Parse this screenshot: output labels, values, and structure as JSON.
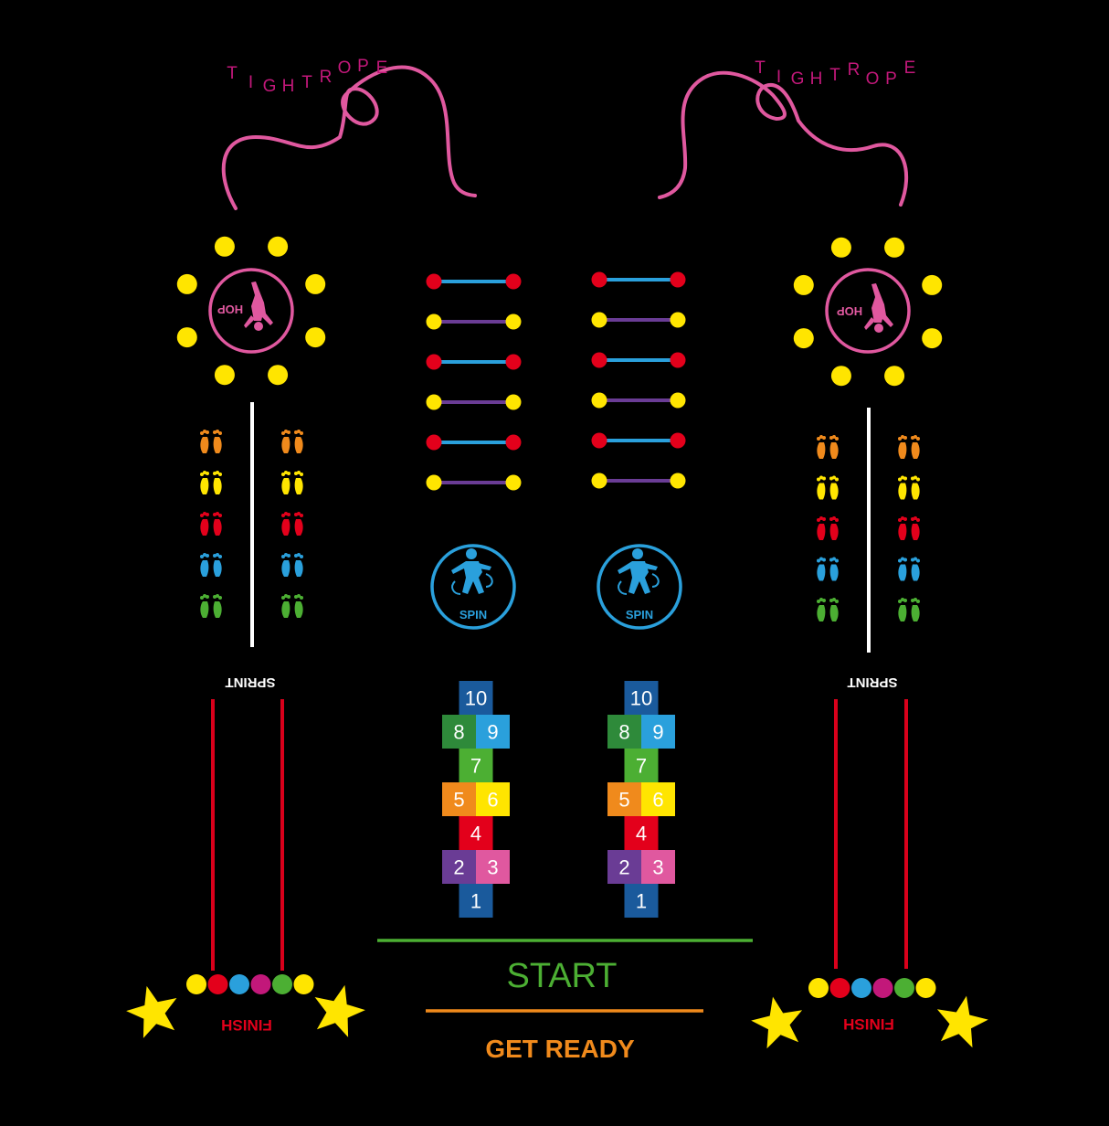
{
  "canvas": {
    "background": "#000000"
  },
  "colors": {
    "pink": "#e0589f",
    "magenta": "#c2187a",
    "yellow": "#ffe500",
    "red": "#e3001b",
    "blue": "#2aa0dc",
    "purple": "#6a3c95",
    "orange": "#f08a1c",
    "green": "#4caf33",
    "dark_blue": "#1a5a9c",
    "white": "#ffffff",
    "sprint_red": "#d9001b"
  },
  "labels": {
    "tightrope_left": "TIGHTROPE",
    "tightrope_right": "TIGHTROPE",
    "hop_left": "HOP",
    "hop_right": "HOP",
    "spin_left": "SPIN",
    "spin_right": "SPIN",
    "sprint_left": "SPRINT",
    "sprint_right": "SPRINT",
    "finish_left": "FINISH",
    "finish_right": "FINISH",
    "start": "START",
    "get_ready": "GET READY"
  },
  "hopscotch": {
    "squares": [
      {
        "number": "10",
        "color": "#1a5a9c"
      },
      {
        "number": "8",
        "color": "#2e8a3a"
      },
      {
        "number": "9",
        "color": "#2aa0dc"
      },
      {
        "number": "7",
        "color": "#4caf33"
      },
      {
        "number": "5",
        "color": "#f08a1c"
      },
      {
        "number": "6",
        "color": "#ffe500"
      },
      {
        "number": "4",
        "color": "#e3001b"
      },
      {
        "number": "2",
        "color": "#6a3c95"
      },
      {
        "number": "3",
        "color": "#e0589f"
      },
      {
        "number": "1",
        "color": "#1a5a9c"
      }
    ]
  },
  "ladder": {
    "rungs": [
      {
        "line": "blue",
        "ends": "red"
      },
      {
        "line": "purple",
        "ends": "yellow"
      },
      {
        "line": "blue",
        "ends": "red"
      },
      {
        "line": "purple",
        "ends": "yellow"
      },
      {
        "line": "blue",
        "ends": "red"
      },
      {
        "line": "purple",
        "ends": "yellow"
      }
    ]
  },
  "footprints": {
    "rows": [
      "orange",
      "yellow",
      "red",
      "blue",
      "green"
    ]
  },
  "finish_dots": [
    "yellow",
    "red",
    "blue",
    "magenta",
    "green",
    "yellow"
  ],
  "icons": {
    "hop": "hopping-person-icon",
    "spin": "spinning-person-icon",
    "footprint": "footprint-icon",
    "star": "star-icon"
  }
}
